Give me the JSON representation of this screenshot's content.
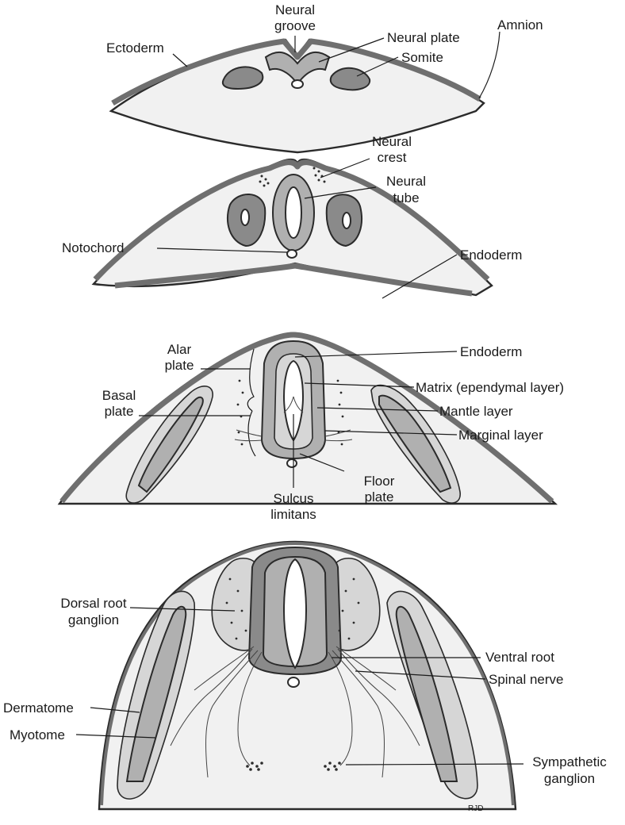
{
  "panel1": {
    "neural_groove": [
      "Neural",
      "groove"
    ],
    "ectoderm": "Ectoderm",
    "neural_plate": "Neural plate",
    "somite": "Somite",
    "amnion": "Amnion"
  },
  "panel2": {
    "neural_crest": [
      "Neural",
      "crest"
    ],
    "neural_tube": [
      "Neural",
      "tube"
    ],
    "notochord": "Notochord",
    "endoderm": "Endoderm"
  },
  "panel3": {
    "alar_plate": [
      "Alar",
      "plate"
    ],
    "basal_plate": [
      "Basal",
      "plate"
    ],
    "endoderm": "Endoderm",
    "matrix": "Matrix (ependymal layer)",
    "mantle": "Mantle layer",
    "marginal": "Marginal layer",
    "floor_plate": [
      "Floor",
      "plate"
    ],
    "sulcus_limitans": [
      "Sulcus",
      "limitans"
    ]
  },
  "panel4": {
    "drg": [
      "Dorsal root",
      "ganglion"
    ],
    "ventral_root": "Ventral root",
    "spinal_nerve": "Spinal nerve",
    "dermatome": "Dermatome",
    "myotome": "Myotome",
    "sympathetic": [
      "Sympathetic",
      "ganglion"
    ]
  },
  "signature": "RJD"
}
